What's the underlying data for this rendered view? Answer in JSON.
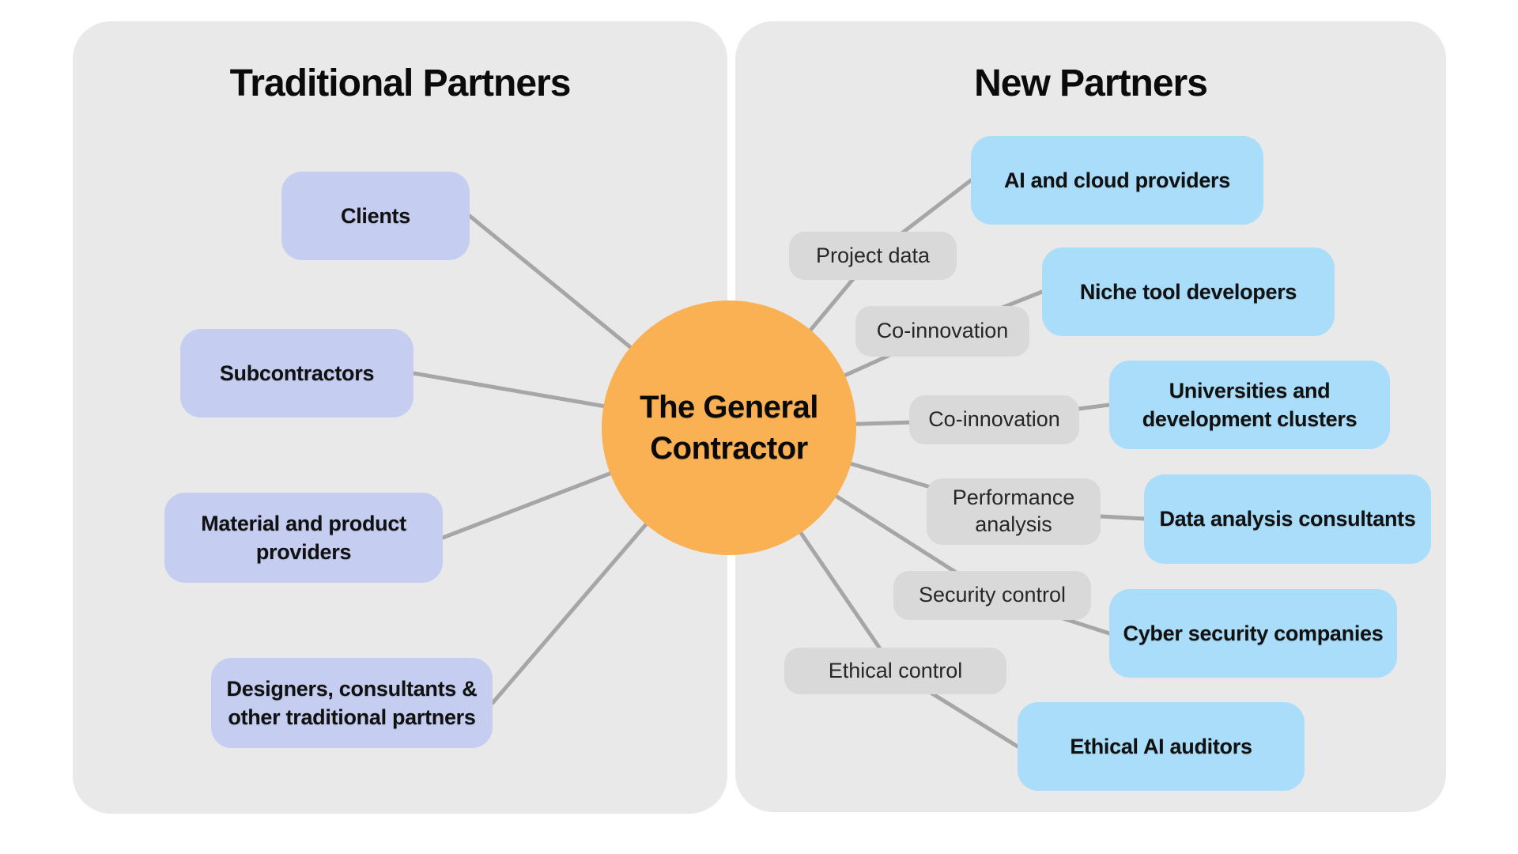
{
  "colors": {
    "panel_background": "#e9e9e9",
    "traditional_node_fill": "#c5cef1",
    "new_node_fill": "#a9ddf9",
    "relationship_pill_fill": "#d9d9d9",
    "hub_fill": "#f9b153",
    "connector_stroke": "#a6a6a6",
    "text": "#0b0b0b"
  },
  "left_panel": {
    "title": "Traditional Partners"
  },
  "right_panel": {
    "title": "New Partners"
  },
  "center_node": {
    "label": "The General\nContractor"
  },
  "traditional_partners": [
    {
      "label": "Clients"
    },
    {
      "label": "Subcontractors"
    },
    {
      "label": "Material and product\nproviders"
    },
    {
      "label": "Designers, consultants &\nother traditional partners"
    }
  ],
  "new_partners": [
    {
      "relationship": "Project data",
      "label": "AI and cloud providers"
    },
    {
      "relationship": "Co-innovation",
      "label": "Niche tool developers"
    },
    {
      "relationship": "Co-innovation",
      "label": "Universities and\ndevelopment clusters"
    },
    {
      "relationship": "Performance\nanalysis",
      "label": "Data analysis consultants"
    },
    {
      "relationship": "Security control",
      "label": "Cyber security companies"
    },
    {
      "relationship": "Ethical control",
      "label": "Ethical AI auditors"
    }
  ]
}
